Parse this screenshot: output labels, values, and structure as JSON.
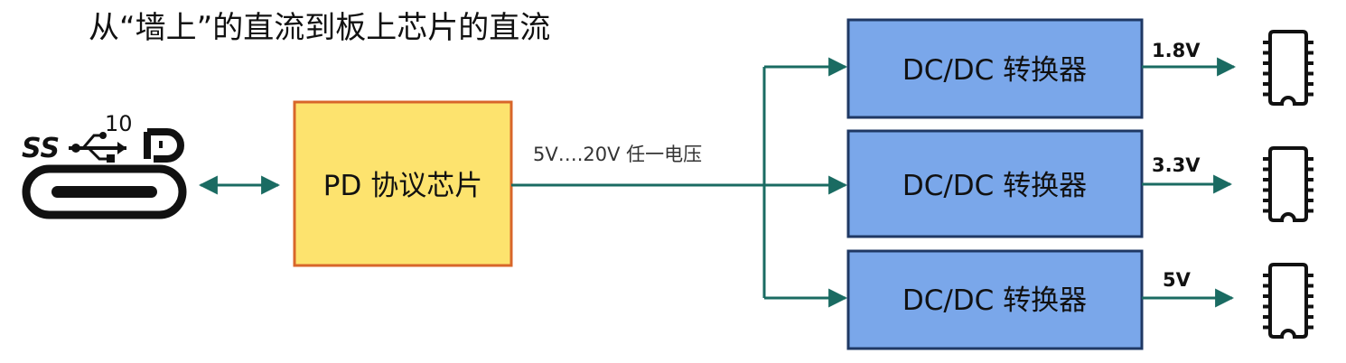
{
  "title": "从“墙上”的直流到板上芯片的直流",
  "usb_logo": {
    "ss_text": "SS",
    "speed_text": "10"
  },
  "pd_chip": {
    "label": "PD 协议芯片"
  },
  "bus_voltage_label": "5V….20V 任一电压",
  "converters": [
    {
      "label": "DC/DC 转换器",
      "output": "1.8V"
    },
    {
      "label": "DC/DC 转换器",
      "output": "3.3V"
    },
    {
      "label": "DC/DC 转换器",
      "output": "5V"
    }
  ],
  "colors": {
    "line": "#1a6b62",
    "pd_fill": "#fde36e",
    "pd_stroke": "#d8662a",
    "dcdc_fill": "#7aa7ea",
    "dcdc_stroke": "#1f3864",
    "chip": "#111111"
  }
}
